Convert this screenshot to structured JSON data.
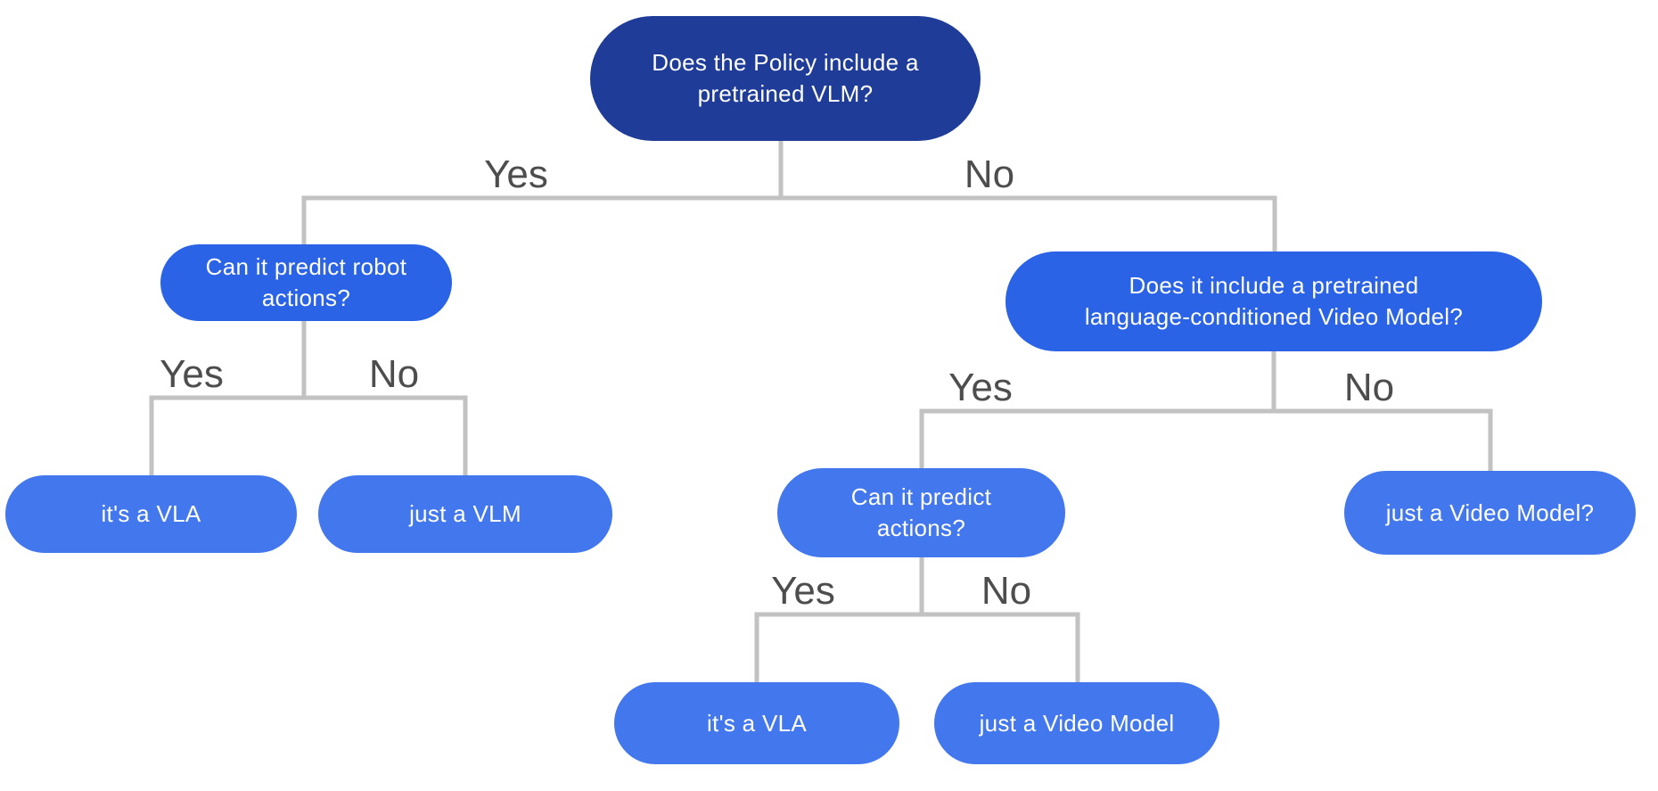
{
  "diagram": {
    "type": "decision-tree-flowchart",
    "nodes": {
      "root": {
        "text": "Does the Policy include a pretrained VLM?"
      },
      "q_robot_actions": {
        "text": "Can it predict robot actions?"
      },
      "q_video_model": {
        "text": "Does it include a pretrained language-conditioned Video Model?"
      },
      "leaf_vla_left": {
        "text": "it's a VLA"
      },
      "leaf_vlm": {
        "text": "just a VLM"
      },
      "q_predict_actions": {
        "text": "Can it predict actions?"
      },
      "leaf_video_model_q": {
        "text": "just a Video Model?"
      },
      "leaf_vla_bottom": {
        "text": "it's a VLA"
      },
      "leaf_video_model": {
        "text": "just a Video Model"
      }
    },
    "edge_labels": {
      "root_yes": "Yes",
      "root_no": "No",
      "left_yes": "Yes",
      "left_no": "No",
      "right_yes": "Yes",
      "right_no": "No",
      "bottom_yes": "Yes",
      "bottom_no": "No"
    },
    "colors": {
      "level1": "#1f3d98",
      "level2": "#2a63e6",
      "level3": "#4377ed",
      "line": "#c2c2c2",
      "label": "#4d4d4d",
      "node_text": "#ffffff"
    }
  }
}
